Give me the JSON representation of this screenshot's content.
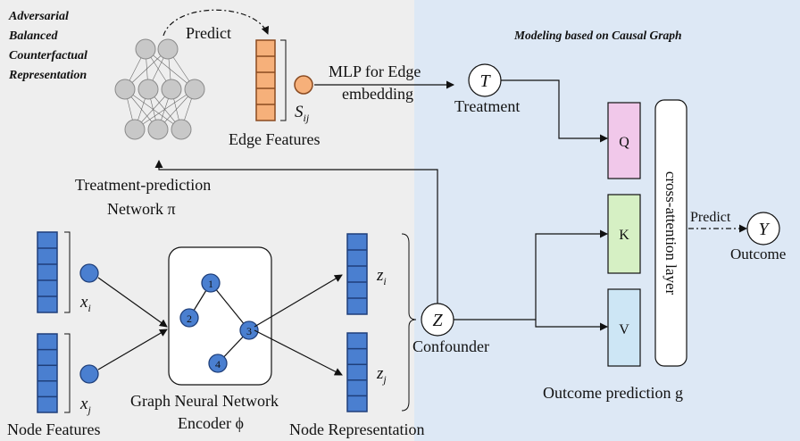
{
  "left_title": [
    "Adversarial",
    "Balanced",
    "Counterfactual",
    "Representation"
  ],
  "right_title": "Modeling based on Causal Graph",
  "predict_top": "Predict",
  "edge_features": "Edge Features",
  "edge_symbol": "S",
  "edge_symbol_sub": "ij",
  "mlp_line1": "MLP for Edge",
  "mlp_line2": "embedding",
  "treatment_node": "T",
  "treatment_label": "Treatment",
  "q_label": "Q",
  "k_label": "K",
  "v_label": "V",
  "attention_label": "cross-attention layer",
  "predict_right": "Predict",
  "outcome_node": "Y",
  "outcome_label": "Outcome",
  "tp_line1": "Treatment-prediction",
  "tp_line2": "Network π",
  "x_i": "x",
  "x_i_sub": "i",
  "x_j": "x",
  "x_j_sub": "j",
  "node_features": "Node Features",
  "gnn_line1": "Graph Neural Network",
  "gnn_line2": "Encoder ϕ",
  "graph_nodes": [
    "1",
    "2",
    "3",
    "4"
  ],
  "z_i": "z",
  "z_i_sub": "i",
  "z_j": "z",
  "z_j_sub": "j",
  "node_representation": "Node Representation",
  "confounder_node": "Z",
  "confounder_label": "Confounder",
  "outcome_prediction": "Outcome prediction g",
  "colors": {
    "left_bg": "#eeeeee",
    "right_bg": "#dde8f5",
    "blue_fill": "#4a7fd0",
    "blue_stroke": "#1f3f7a",
    "orange_fill": "#f6b07a",
    "orange_stroke": "#8a4a20",
    "q_fill": "#f1c8ea",
    "k_fill": "#d6f0c4",
    "v_fill": "#cde6f5",
    "nn_fill": "#c8c8c8"
  }
}
